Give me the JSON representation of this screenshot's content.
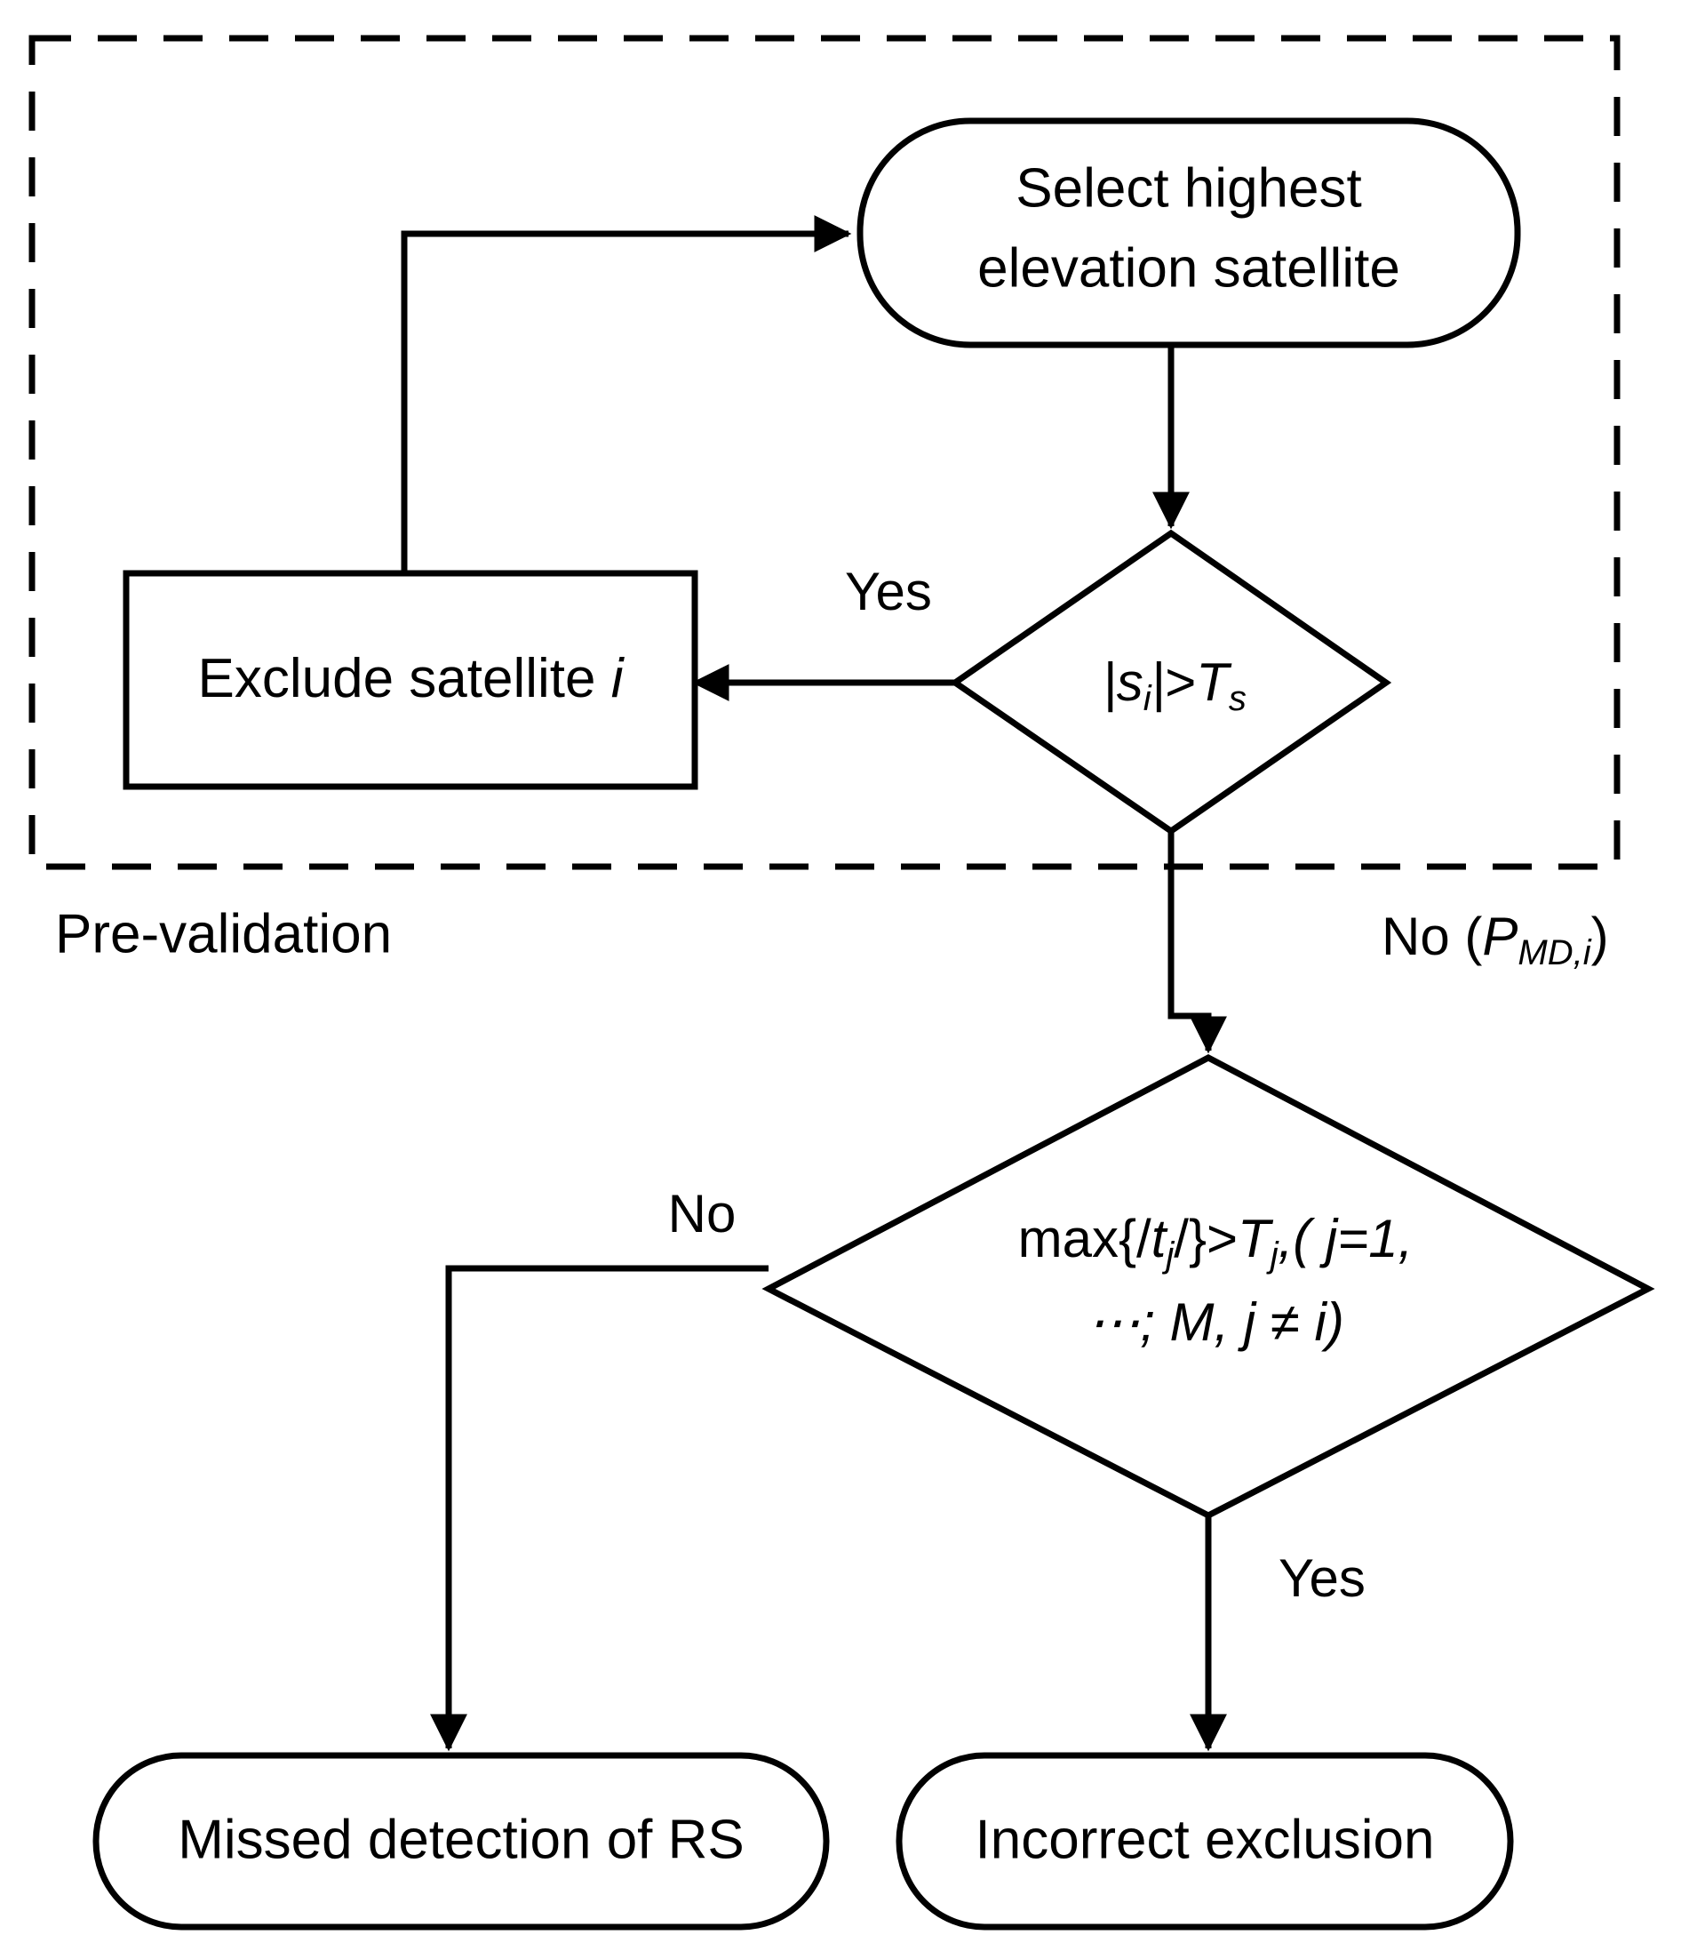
{
  "diagram": {
    "title": "Pre-validation and exclusion flowchart",
    "group_caption": "Pre-validation",
    "colors": {
      "stroke": "#000000",
      "fill": "#ffffff",
      "background": "#ffffff"
    },
    "nodes": {
      "select_satellite": {
        "shape": "rounded-terminal",
        "line1": "Select highest",
        "line2": "elevation satellite"
      },
      "exclude_satellite": {
        "shape": "rectangle",
        "text": "Exclude satellite ",
        "italic_symbol": "i"
      },
      "decision_s": {
        "shape": "diamond",
        "formula_plain": "|s_i|>T_s",
        "parts": {
          "bar_open": "|",
          "s": "s",
          "sub_i": "i",
          "bar_close": "|",
          "gt": ">",
          "T": "T",
          "sub_s": "s"
        }
      },
      "decision_t": {
        "shape": "diamond",
        "formula_plain": "max{/t_j/}>T_j,( j=1, ⋯; M, j ≠ i)",
        "line1_parts": {
          "max": "max{/",
          "t": "t",
          "sub_j": "j",
          "slash": "/}>",
          "T": "T",
          "sub_j2": "j",
          "tail": ",( ",
          "j": "j",
          "eq1": "=1,"
        },
        "line2_parts": {
          "dots": "⋯; ",
          "M": "M",
          "comma": ", ",
          "j": "j",
          "neq": " ≠ ",
          "i": "i",
          "close": ")"
        }
      },
      "missed_detection": {
        "shape": "rounded-terminal",
        "text": "Missed detection of RS"
      },
      "incorrect_exclusion": {
        "shape": "rounded-terminal",
        "text": "Incorrect exclusion"
      }
    },
    "edge_labels": {
      "yes_exclude": "Yes",
      "no_pmd": {
        "prefix": "No (",
        "P": "P",
        "sub": "MD,i",
        "suffix": ")"
      },
      "no_missed": "No",
      "yes_incorrect": "Yes"
    }
  }
}
